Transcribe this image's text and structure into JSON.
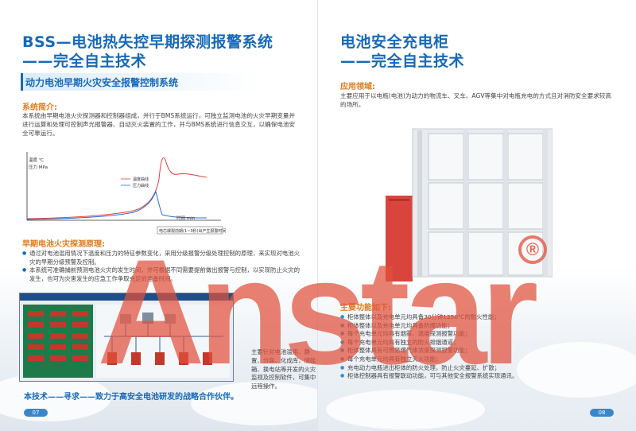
{
  "left": {
    "title_line1": "BSS—电池热失控早期探测报警系统",
    "title_line2": "——完全自主技术",
    "subtitle": "动力电池早期火灾安全报警控制系统",
    "intro_heading": "系统简介:",
    "intro_text": "本系统由早期电池火灾探测器和控制器组成，并行于BMS系统运行，可独立监测电池的火灾早期变量并进行运算和处理可控制声光报警器、自动灭火装置的工作，并与BMS系统进行信息交互，以确保电池安全可靠运行。",
    "chart_data": {
      "type": "line",
      "title": "",
      "y_axis_labels": [
        "温度  ℃",
        "压力  MPa"
      ],
      "xlabel": "时间  min",
      "series": [
        {
          "name": "温度曲线",
          "color": "#e0403a"
        },
        {
          "name": "压力曲线",
          "color": "#2a6fd6"
        }
      ],
      "annotation": "电芯爆裂前期(1~3秒)出产生报警时间"
    },
    "principle_heading": "早期电池火灾探测原理:",
    "principle_bullets": [
      "通过对电池滥用情况下温度和压力的特征参数变化，采用分级报警分级处理控制的原理，来实现对电池火灾的早期分级预警及控制。",
      "本系统可准确捕前预测电池火灾的发生时间，并可根据不同需要提前做出报警与控制，以实现防止火灾的发生，也可为灾害发生的应急工作争取充足的准备时间。"
    ],
    "application_text": "主要针对电池滥用、静置、分容、化成库，储能箱、换电站等开发的火灾监视及控制软件，可集中远程操作。",
    "tagline": "本技术——寻求——致力于高安全电池研发的战略合作伙伴。",
    "page_number": "07"
  },
  "right": {
    "title_line1": "电池安全充电柜",
    "title_line2": "——完全自主技术",
    "application_heading": "应用领域:",
    "application_text": "主要应用于以电瓶(电池)为动力的物流车、叉车、AGV等集中对电瓶充电的方式且对消防安全要求较高的场所。",
    "features_heading": "主要功能如下:",
    "features": [
      "柜体整体以及充电单元均具备30分钟1250℃的耐火性能；",
      "柜体整体以及充电单元均具备防爆功能；",
      "每个充电单元均具有烟雾、温度探测报警功能；",
      "每个充电单元均具有独立的防火排烟通道；",
      "柜体整体具有可燃易爆气体浓度探测报警功能；",
      "每个充电单元均具有独立灭火功能；",
      "充电动力电瓶进出柜体的防火处理，防止火灾蔓延、扩散；",
      "柜体控制器具有报警联动功能，可与其他安全报警系统实现通讯。"
    ],
    "page_number": "08"
  },
  "watermark": {
    "text": "Anstar",
    "registered_mark": "®"
  },
  "colors": {
    "title_blue": "#1769b8",
    "heading_orange": "#e07a1f",
    "cabinet_red": "#d9453d",
    "watermark_red": "#e0503c"
  }
}
